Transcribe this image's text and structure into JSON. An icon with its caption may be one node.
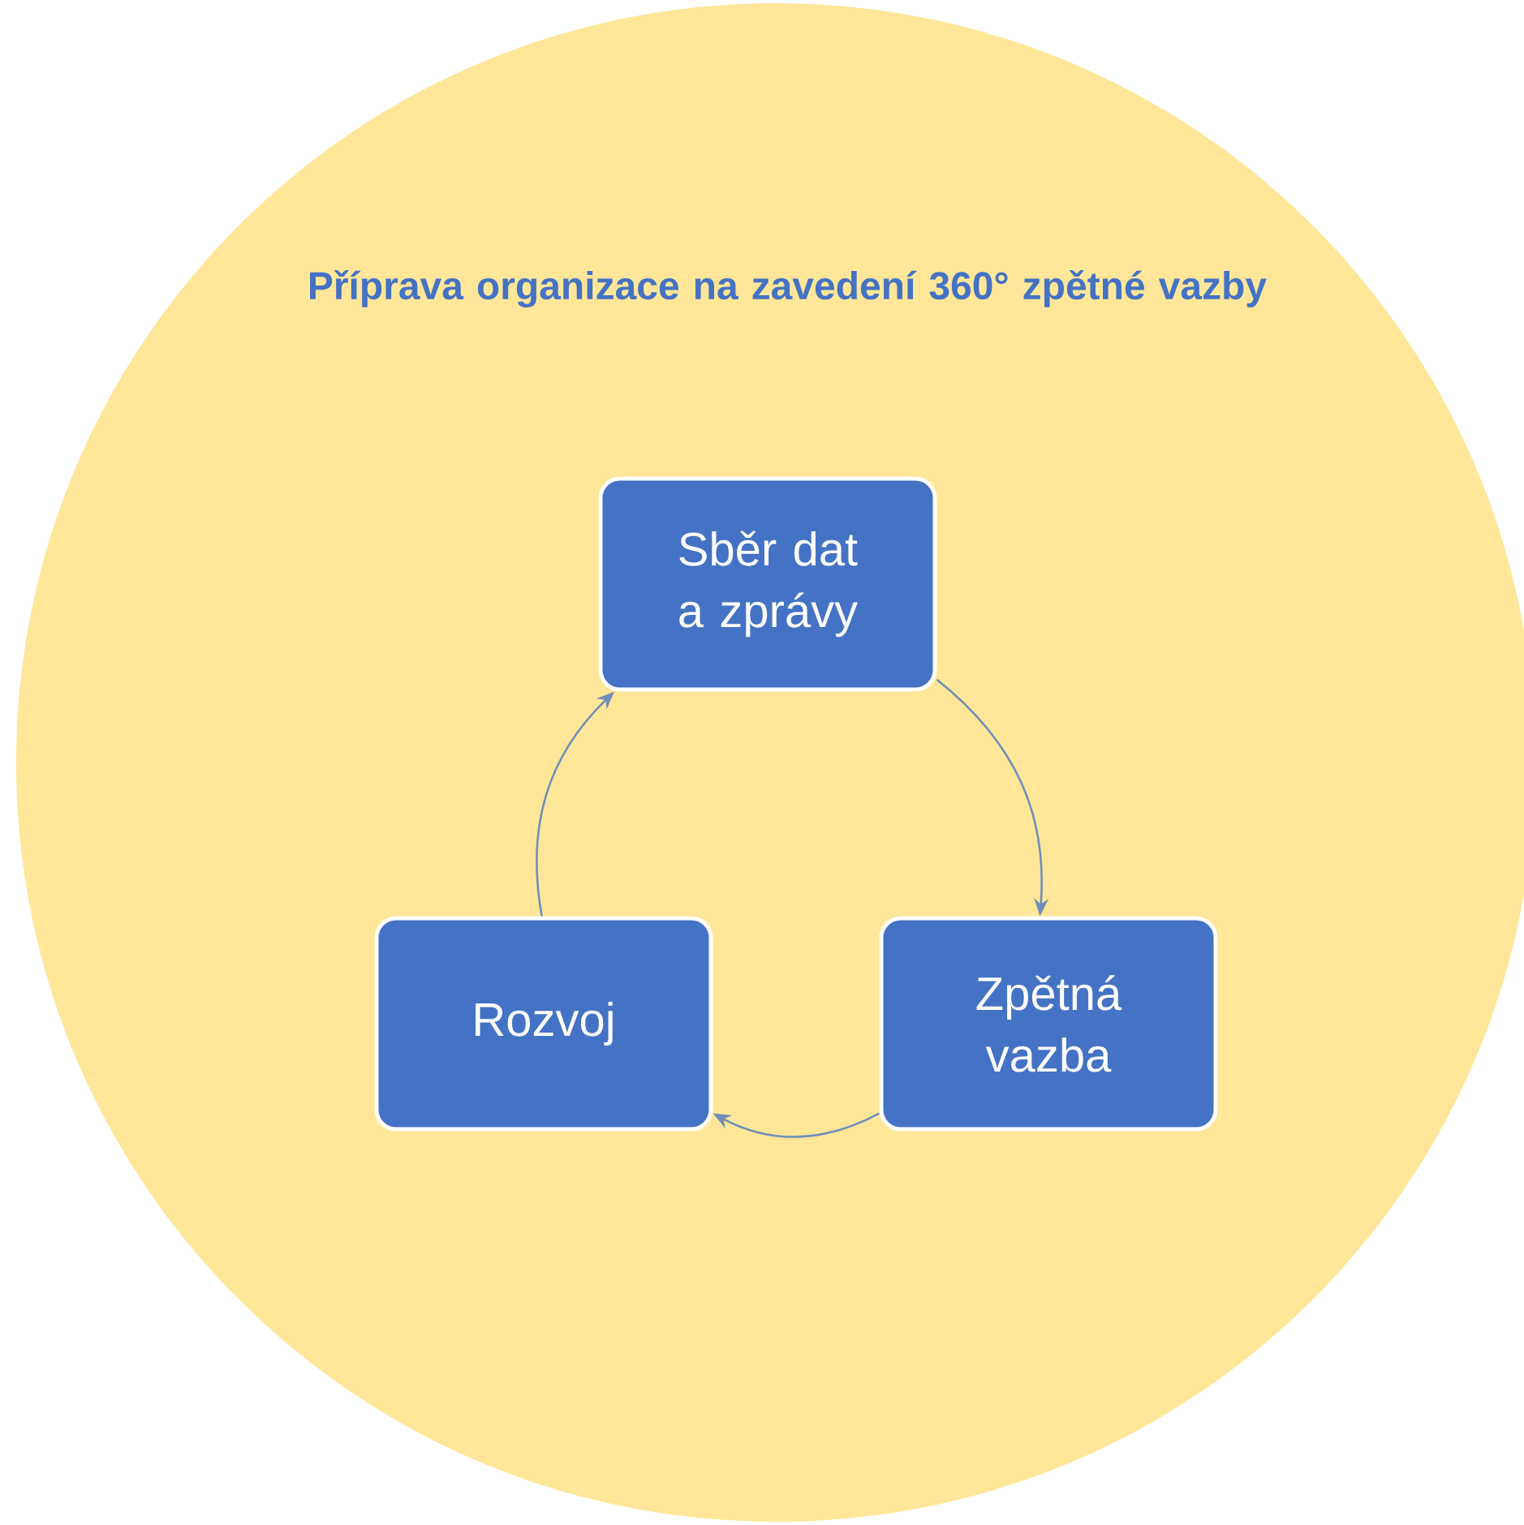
{
  "diagram": {
    "nodes": [
      {
        "text": [
          "Příprava organizace na zavedení 360° zpětné vazby"
        ]
      },
      {
        "text": [
          "Sběr dat a zprávy"
        ],
        "in": 0
      },
      {
        "text": [
          "Zpětná vazba"
        ],
        "in": 0
      },
      {
        "text": [
          "Rozvoj"
        ],
        "in": 0
      }
    ],
    "edges": [
      {
        "from": 1,
        "to": 2,
        "arrow": "to"
      },
      {
        "from": 2,
        "to": 3,
        "arrow": "to"
      },
      {
        "from": 3,
        "to": 1,
        "arrow": "to"
      }
    ]
  }
}
